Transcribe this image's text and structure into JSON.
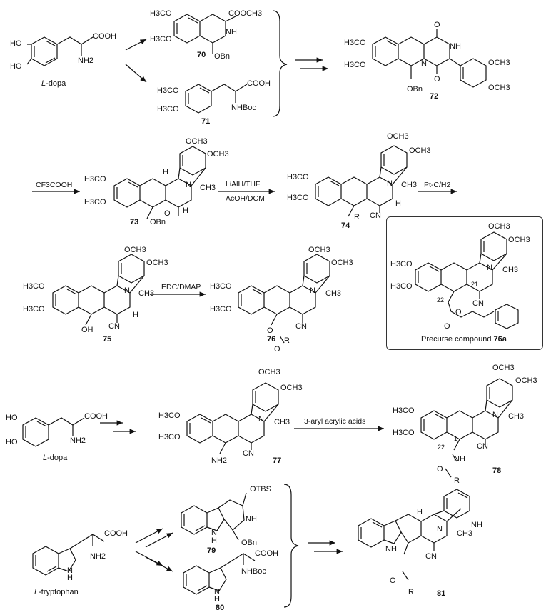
{
  "row1": {
    "start_label_prefix": "L",
    "start_label_suffix": "-dopa",
    "start_groups": [
      "HO",
      "HO",
      "COOH",
      "NH2"
    ],
    "cpd70": {
      "number": "70",
      "groups": [
        "H3CO",
        "H3CO",
        "COOCH3",
        "NH",
        "OBn"
      ]
    },
    "cpd71": {
      "number": "71",
      "groups": [
        "H3CO",
        "H3CO",
        "COOH",
        "NHBoc"
      ]
    },
    "cpd72": {
      "number": "72",
      "groups": [
        "H3CO",
        "H3CO",
        "O",
        "NH",
        "N",
        "O",
        "OCH3",
        "OCH3",
        "OBn"
      ]
    }
  },
  "row2": {
    "reagent1": "CF3COOH",
    "cpd73": {
      "number": "73",
      "groups": [
        "OCH3",
        "OCH3",
        "H3CO",
        "H3CO",
        "N",
        "CH3",
        "H",
        "H",
        "O",
        "OBn"
      ]
    },
    "reagent2_top": "LiAlH/THF",
    "reagent2_bottom": "AcOH/DCM",
    "cpd74": {
      "number": "74",
      "groups": [
        "OCH3",
        "OCH3",
        "H3CO",
        "H3CO",
        "N",
        "CH3",
        "CN",
        "H",
        "R"
      ]
    },
    "reagent3": "Pt-C/H2"
  },
  "row3": {
    "cpd75": {
      "number": "75",
      "groups": [
        "OCH3",
        "OCH3",
        "H3CO",
        "H3CO",
        "N",
        "CH3",
        "CN",
        "H",
        "OH"
      ]
    },
    "reagent": "EDC/DMAP",
    "cpd76": {
      "number": "76",
      "groups": [
        "OCH3",
        "OCH3",
        "H3CO",
        "H3CO",
        "N",
        "CH3",
        "CN",
        "O",
        "R",
        "O"
      ]
    },
    "box": {
      "caption_prefix": "Precurse compound ",
      "caption_number": "76a",
      "groups": [
        "OCH3",
        "OCH3",
        "H3CO",
        "H3CO",
        "N",
        "CH3",
        "CN",
        "21",
        "22",
        "O",
        "O"
      ]
    }
  },
  "row4": {
    "start_label_prefix": "L",
    "start_label_suffix": "-dopa",
    "start_groups": [
      "HO",
      "HO",
      "COOH",
      "NH2"
    ],
    "cpd77": {
      "number": "77",
      "groups": [
        "OCH3",
        "OCH3",
        "H3CO",
        "H3CO",
        "N",
        "CH3",
        "CN",
        "NH2"
      ]
    },
    "reagent": "3-aryl acrylic acids",
    "cpd78": {
      "number": "78",
      "groups": [
        "OCH3",
        "OCH3",
        "H3CO",
        "H3CO",
        "N",
        "CH3",
        "CN",
        "1",
        "22",
        "NH",
        "O",
        "R"
      ]
    }
  },
  "row5": {
    "start_label_prefix": "L",
    "start_label_suffix": "-tryptophan",
    "start_groups": [
      "COOH",
      "NH2",
      "H",
      "N"
    ],
    "cpd79": {
      "number": "79",
      "groups": [
        "OTBS",
        "NH",
        "H",
        "N",
        "OBn"
      ]
    },
    "cpd80": {
      "number": "80",
      "groups": [
        "COOH",
        "NHBoc",
        "H",
        "N"
      ]
    },
    "cpd81": {
      "number": "81",
      "groups": [
        "NH",
        "H",
        "N",
        "CH3",
        "CN",
        "NH",
        "O",
        "R"
      ]
    }
  }
}
